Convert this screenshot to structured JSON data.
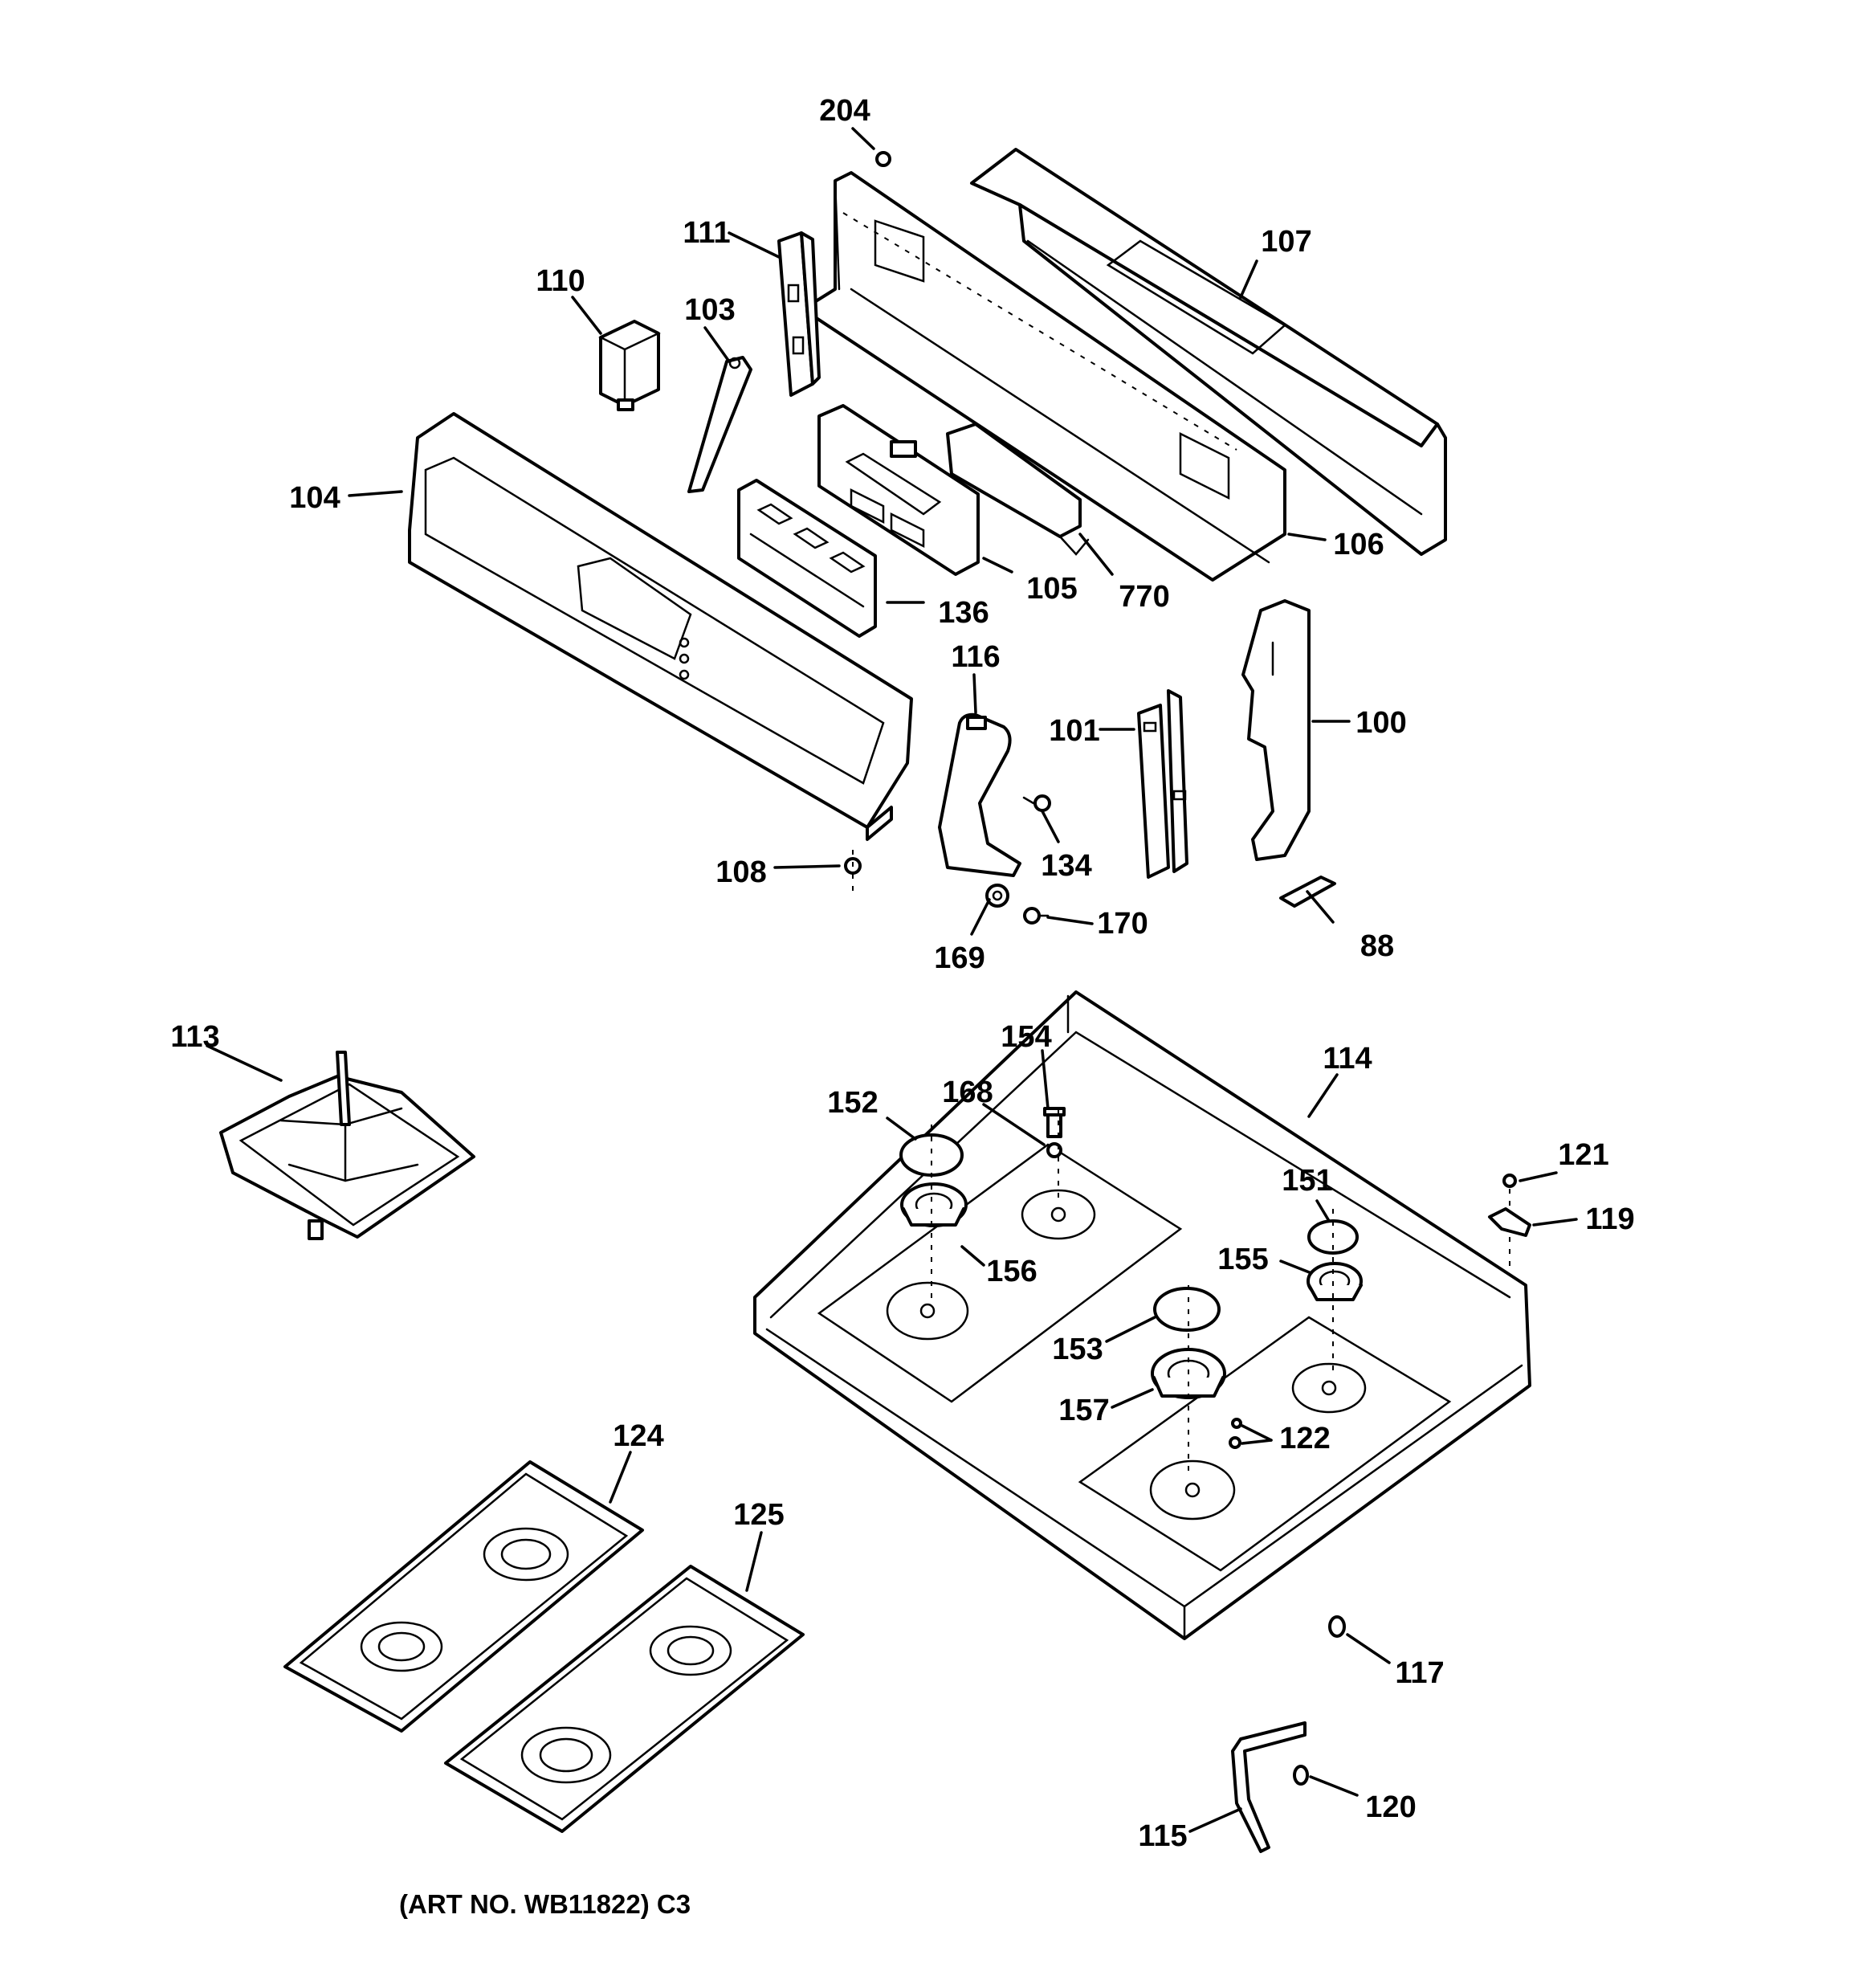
{
  "diagram": {
    "caption": "(ART NO. WB11822) C3",
    "callouts": {
      "c88": "88",
      "c100": "100",
      "c101": "101",
      "c103": "103",
      "c104": "104",
      "c105": "105",
      "c106": "106",
      "c107": "107",
      "c108": "108",
      "c110": "110",
      "c111": "111",
      "c113": "113",
      "c114": "114",
      "c115": "115",
      "c116": "116",
      "c117": "117",
      "c119": "119",
      "c120": "120",
      "c121": "121",
      "c122": "122",
      "c124": "124",
      "c125": "125",
      "c134": "134",
      "c136": "136",
      "c151": "151",
      "c152": "152",
      "c153": "153",
      "c154": "154",
      "c155": "155",
      "c156": "156",
      "c157": "157",
      "c168": "168",
      "c169": "169",
      "c170": "170",
      "c204": "204",
      "c770": "770"
    },
    "ink_color": "#000000",
    "paper_color": "#ffffff"
  }
}
